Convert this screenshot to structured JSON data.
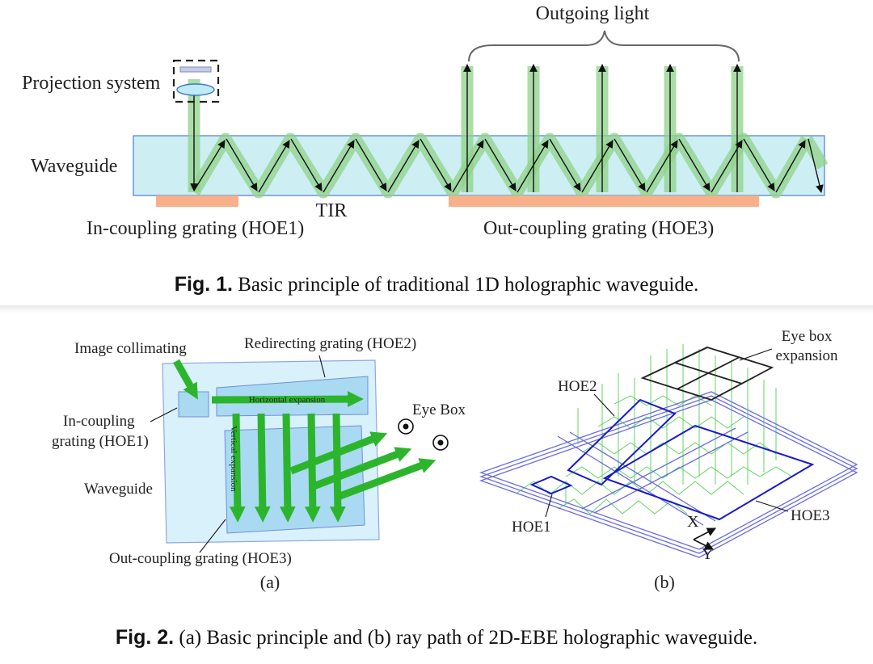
{
  "fig1": {
    "labels": {
      "outgoing_light": "Outgoing light",
      "projection_system": "Projection system",
      "waveguide": "Waveguide",
      "tir": "TIR",
      "in_coupling": "In-coupling grating (HOE1)",
      "out_coupling": "Out-coupling grating (HOE3)"
    },
    "caption_label": "Fig. 1.",
    "caption_text": " Basic principle of traditional 1D holographic waveguide."
  },
  "fig2": {
    "a": {
      "image_collimating": "Image collimating",
      "redirecting_grating": "Redirecting grating (HOE2)",
      "horizontal_expansion": "Horizontal expansion",
      "vertical_expansion": "Vertical expansion",
      "in_coupling_line1": "In-coupling",
      "in_coupling_line2": "grating (HOE1)",
      "waveguide": "Waveguide",
      "eye_box": "Eye Box",
      "out_coupling": "Out-coupling grating (HOE3)",
      "sublabel": "(a)"
    },
    "b": {
      "eye_box_line1": "Eye box",
      "eye_box_line2": "expansion",
      "hoe2": "HOE2",
      "hoe1": "HOE1",
      "hoe3": "HOE3",
      "axis_x": "X",
      "axis_y": "Y",
      "sublabel": "(b)"
    },
    "caption_label": "Fig. 2.",
    "caption_text": " (a) Basic principle and (b) ray path of 2D-EBE holographic waveguide."
  },
  "colors": {
    "waveguide_fill": "#cdeef3",
    "waveguide_stroke": "#4a7fd4",
    "grating": "#f7b08a",
    "beam": "#8fd18a",
    "arrow_green": "#2cb52c",
    "hoe_blue": "#1a1ac8"
  }
}
